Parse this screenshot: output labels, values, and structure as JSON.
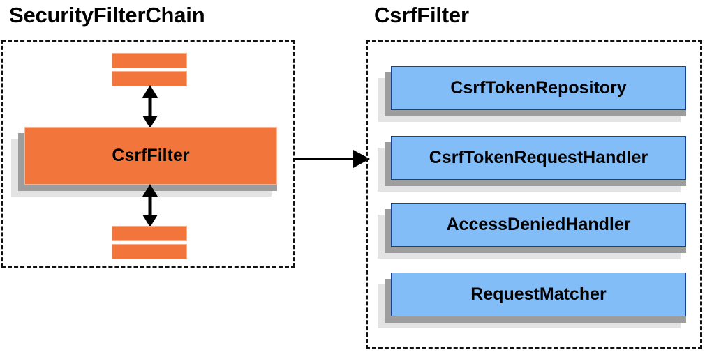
{
  "diagram": {
    "title_left": "SecurityFilterChain",
    "title_right": "CsrfFilter",
    "colors": {
      "orange_fill": "#f2763c",
      "orange_border": "#f5b294",
      "blue_fill": "#82bdf8",
      "blue_border": "#1c3f96",
      "shadow_dark": "#9d9d9d",
      "shadow_light": "#e3e3e3",
      "panel_border": "#111111",
      "text": "#000000"
    },
    "left_panel": {
      "main_box_label": "CsrfFilter",
      "stub_bars_top": [
        "",
        ""
      ],
      "stub_bars_bottom": [
        "",
        ""
      ],
      "arrow_top": "double-headed-vertical-arrow",
      "arrow_bottom": "double-headed-vertical-arrow"
    },
    "connector": {
      "type": "single-headed-horizontal-arrow",
      "from": "SecurityFilterChain",
      "to": "CsrfFilter"
    },
    "right_panel": {
      "collaborators": [
        {
          "label": "CsrfTokenRepository"
        },
        {
          "label": "CsrfTokenRequestHandler"
        },
        {
          "label": "AccessDeniedHandler"
        },
        {
          "label": "RequestMatcher"
        }
      ]
    }
  }
}
